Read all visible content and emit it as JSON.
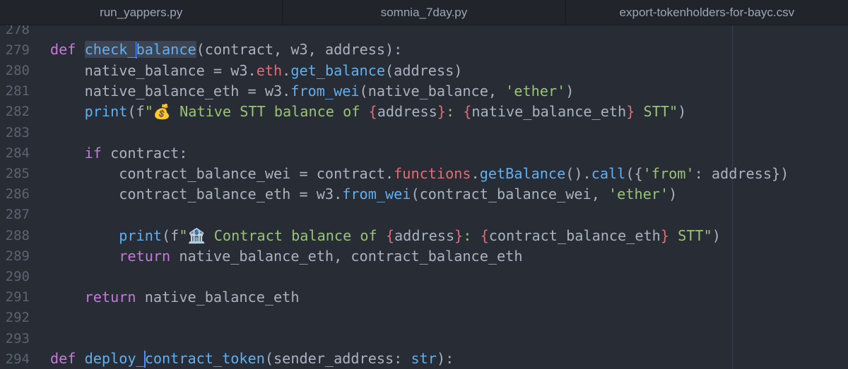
{
  "tabs": [
    "run_yappers.py",
    "somnia_7day.py",
    "export-tokenholders-for-bayc.csv"
  ],
  "lines": [
    {
      "num": "278",
      "tokens": []
    },
    {
      "num": "279",
      "tokens": [
        [
          "kw",
          "def "
        ],
        [
          "fn",
          "check_"
        ],
        [
          "fn",
          "balance"
        ],
        [
          "plain",
          "(contract, w3, address):"
        ]
      ]
    },
    {
      "num": "280",
      "tokens": [
        [
          "plain",
          "    native_balance = w3."
        ],
        [
          "prop",
          "eth"
        ],
        [
          "plain",
          "."
        ],
        [
          "fn",
          "get_balance"
        ],
        [
          "plain",
          "(address)"
        ]
      ]
    },
    {
      "num": "281",
      "tokens": [
        [
          "plain",
          "    native_balance_eth = w3."
        ],
        [
          "fn",
          "from_wei"
        ],
        [
          "plain",
          "(native_balance, "
        ],
        [
          "str",
          "'ether'"
        ],
        [
          "plain",
          ")"
        ]
      ]
    },
    {
      "num": "282",
      "tokens": [
        [
          "fn",
          "    print"
        ],
        [
          "plain",
          "(f"
        ],
        [
          "str",
          "\"💰 Native STT balance of "
        ],
        [
          "brace",
          "{"
        ],
        [
          "plain",
          "address"
        ],
        [
          "brace",
          "}"
        ],
        [
          "str",
          ": "
        ],
        [
          "brace",
          "{"
        ],
        [
          "plain",
          "native_balance_eth"
        ],
        [
          "brace",
          "}"
        ],
        [
          "str",
          " STT\""
        ],
        [
          "plain",
          ")"
        ]
      ]
    },
    {
      "num": "283",
      "tokens": []
    },
    {
      "num": "284",
      "tokens": [
        [
          "kw",
          "    if "
        ],
        [
          "plain",
          "contract:"
        ]
      ]
    },
    {
      "num": "285",
      "tokens": [
        [
          "plain",
          "        contract_balance_wei = contract."
        ],
        [
          "prop",
          "functions"
        ],
        [
          "plain",
          "."
        ],
        [
          "fn",
          "getBalance"
        ],
        [
          "plain",
          "()."
        ],
        [
          "fn",
          "call"
        ],
        [
          "plain",
          "({"
        ],
        [
          "str",
          "'from'"
        ],
        [
          "plain",
          ": address})"
        ]
      ]
    },
    {
      "num": "286",
      "tokens": [
        [
          "plain",
          "        contract_balance_eth = w3."
        ],
        [
          "fn",
          "from_wei"
        ],
        [
          "plain",
          "(contract_balance_wei, "
        ],
        [
          "str",
          "'ether'"
        ],
        [
          "plain",
          ")"
        ]
      ]
    },
    {
      "num": "287",
      "tokens": []
    },
    {
      "num": "288",
      "tokens": [
        [
          "fn",
          "        print"
        ],
        [
          "plain",
          "(f"
        ],
        [
          "str",
          "\"🏦 Contract balance of "
        ],
        [
          "brace",
          "{"
        ],
        [
          "plain",
          "address"
        ],
        [
          "brace",
          "}"
        ],
        [
          "str",
          ": "
        ],
        [
          "brace",
          "{"
        ],
        [
          "plain",
          "contract_balance_eth"
        ],
        [
          "brace",
          "}"
        ],
        [
          "str",
          " STT\""
        ],
        [
          "plain",
          ")"
        ]
      ]
    },
    {
      "num": "289",
      "tokens": [
        [
          "kw",
          "        return "
        ],
        [
          "plain",
          "native_balance_eth, contract_balance_eth"
        ]
      ]
    },
    {
      "num": "290",
      "tokens": []
    },
    {
      "num": "291",
      "tokens": [
        [
          "kw",
          "    return "
        ],
        [
          "plain",
          "native_balance_eth"
        ]
      ]
    },
    {
      "num": "292",
      "tokens": []
    },
    {
      "num": "293",
      "tokens": []
    },
    {
      "num": "294",
      "tokens": [
        [
          "kw",
          "def "
        ],
        [
          "fn",
          "deploy_"
        ],
        [
          "fn",
          "contract_token"
        ],
        [
          "plain",
          "(sender_address: "
        ],
        [
          "fn",
          "str"
        ],
        [
          "plain",
          "):"
        ]
      ]
    }
  ],
  "colors": {
    "background": "#282c34",
    "keyword": "#c678dd",
    "function": "#61afef",
    "string": "#98c379",
    "property": "#e06c75"
  }
}
